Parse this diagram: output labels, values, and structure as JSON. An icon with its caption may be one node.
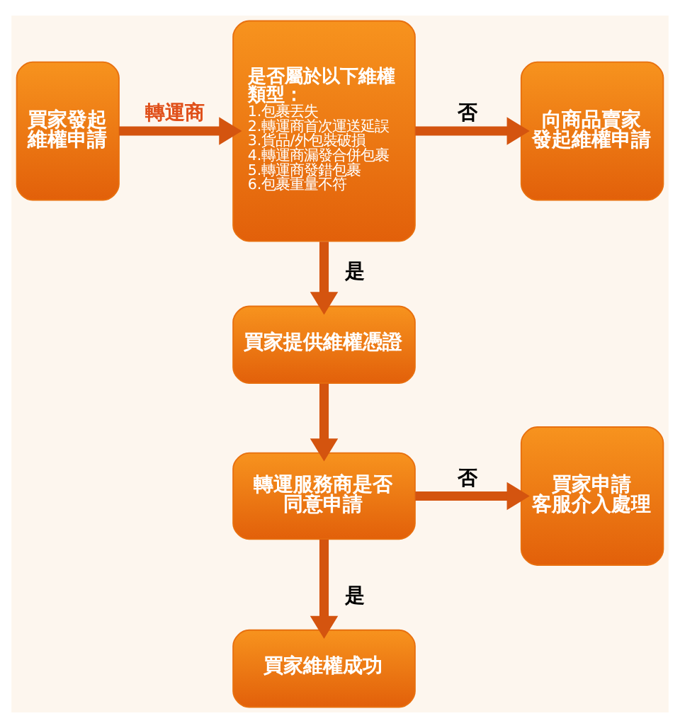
{
  "diagram": {
    "nodes": [
      {
        "text": [
          "買家發起維權申請"
        ]
      },
      {
        "text": [
          "是否屬於以下維權類型：",
          "1.包裹丟失",
          "2.轉運商首次運送延誤",
          "3.貨品/外包裝破損",
          "4.轉運商漏發合併包裹",
          "5.轉運商發錯包裹",
          "6.包裹重量不符"
        ]
      },
      {
        "text": [
          "向商品賣家發起維權申請"
        ]
      },
      {
        "text": [
          "買家提供維權憑證"
        ]
      },
      {
        "text": [
          "轉運服務商是否同意申請"
        ]
      },
      {
        "text": [
          "買家申請客服介入處理"
        ]
      },
      {
        "text": [
          "買家維權成功"
        ]
      }
    ],
    "edges": [
      {
        "from": 0,
        "to": 1,
        "arrow": "to",
        "label": "轉運商"
      },
      {
        "from": 1,
        "to": 2,
        "arrow": "to",
        "label": "否"
      },
      {
        "from": 1,
        "to": 3,
        "arrow": "to",
        "label": "是"
      },
      {
        "from": 3,
        "to": 4,
        "arrow": "to"
      },
      {
        "from": 4,
        "to": 5,
        "arrow": "to",
        "label": "否"
      },
      {
        "from": 4,
        "to": 6,
        "arrow": "to",
        "label": "是"
      }
    ]
  }
}
